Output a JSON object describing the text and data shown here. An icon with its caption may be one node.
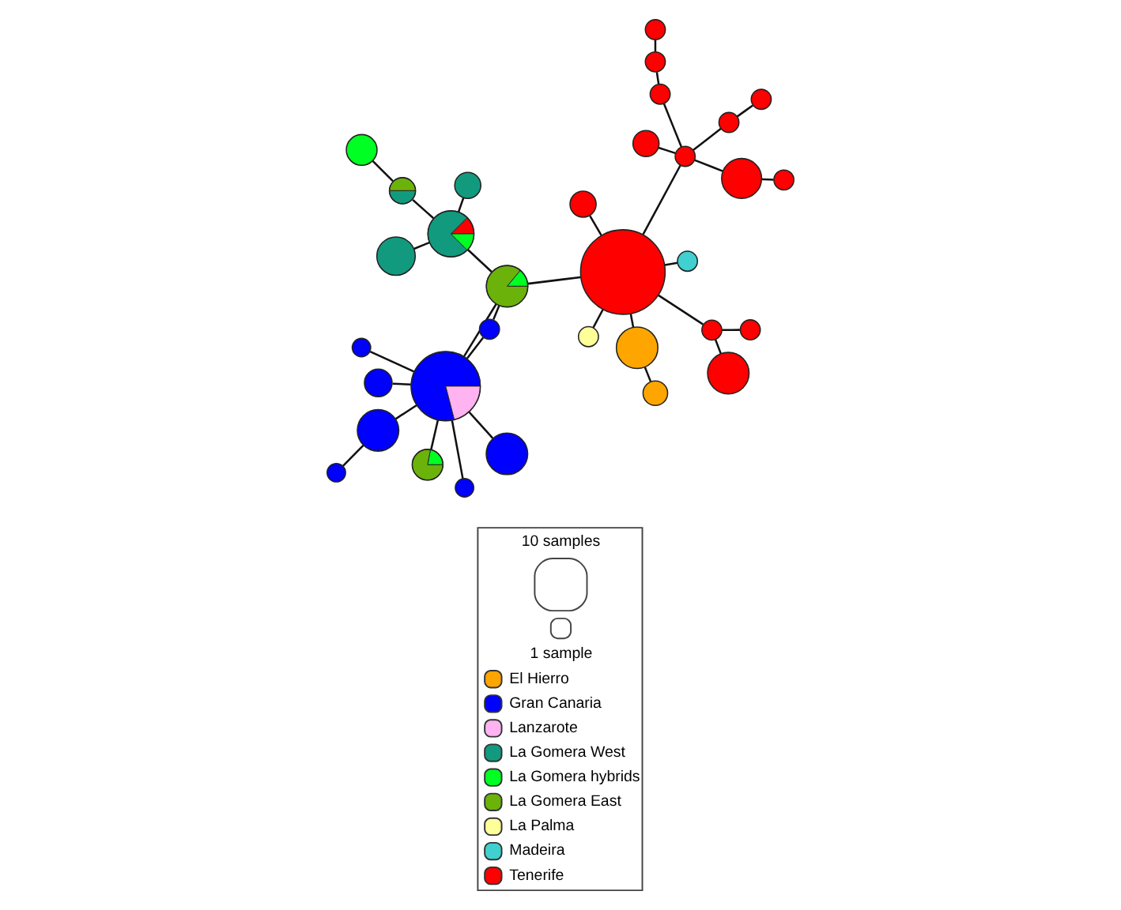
{
  "diagram": {
    "nodes": [
      {
        "text": [],
        "shape": "circle"
      },
      {
        "text": [],
        "shape": "circle"
      },
      {
        "text": [],
        "shape": "circle"
      },
      {
        "text": [],
        "shape": "circle"
      },
      {
        "text": [],
        "shape": "circle"
      },
      {
        "text": [],
        "shape": "circle"
      },
      {
        "text": [],
        "shape": "circle"
      },
      {
        "text": [],
        "shape": "circle"
      },
      {
        "text": [],
        "shape": "circle"
      },
      {
        "text": [],
        "shape": "circle"
      },
      {
        "text": [],
        "shape": "circle"
      },
      {
        "text": [],
        "shape": "circle"
      },
      {
        "text": [],
        "shape": "circle"
      },
      {
        "text": [],
        "shape": "circle"
      },
      {
        "text": [],
        "shape": "circle"
      },
      {
        "text": [],
        "shape": "circle"
      },
      {
        "text": [],
        "shape": "circle"
      },
      {
        "text": [],
        "shape": "circle"
      },
      {
        "text": [],
        "shape": "circle"
      },
      {
        "text": [],
        "shape": "circle"
      },
      {
        "text": [],
        "shape": "circle"
      },
      {
        "text": [],
        "shape": "circle"
      },
      {
        "text": [],
        "shape": "circle"
      },
      {
        "text": [],
        "shape": "circle"
      },
      {
        "text": [],
        "shape": "circle"
      },
      {
        "text": [],
        "shape": "circle"
      },
      {
        "text": [],
        "shape": "circle"
      },
      {
        "text": [],
        "shape": "circle"
      },
      {
        "text": [],
        "shape": "circle"
      },
      {
        "text": [],
        "shape": "circle"
      },
      {
        "text": [],
        "shape": "circle"
      },
      {
        "text": [],
        "shape": "circle"
      },
      {
        "text": [],
        "shape": "circle"
      }
    ],
    "edges": [
      {
        "from": 0,
        "to": 1,
        "arrow": "none"
      },
      {
        "from": 1,
        "to": 4,
        "arrow": "none"
      },
      {
        "from": 4,
        "to": 9,
        "arrow": "none"
      },
      {
        "from": 9,
        "to": 6,
        "arrow": "none"
      },
      {
        "from": 9,
        "to": 5,
        "arrow": "none"
      },
      {
        "from": 5,
        "to": 3,
        "arrow": "none"
      },
      {
        "from": 9,
        "to": 10,
        "arrow": "none"
      },
      {
        "from": 10,
        "to": 11,
        "arrow": "none"
      },
      {
        "from": 9,
        "to": 16,
        "arrow": "none"
      },
      {
        "from": 16,
        "to": 12,
        "arrow": "none"
      },
      {
        "from": 16,
        "to": 17,
        "arrow": "none"
      },
      {
        "from": 17,
        "to": 18,
        "arrow": "none"
      },
      {
        "from": 16,
        "to": 20,
        "arrow": "none"
      },
      {
        "from": 16,
        "to": 21,
        "arrow": "none"
      },
      {
        "from": 21,
        "to": 24,
        "arrow": "none"
      },
      {
        "from": 21,
        "to": 28,
        "arrow": "none"
      },
      {
        "from": 16,
        "to": 27,
        "arrow": "none"
      },
      {
        "from": 16,
        "to": 15,
        "arrow": "none"
      },
      {
        "from": 15,
        "to": 14,
        "arrow": "none"
      },
      {
        "from": 14,
        "to": 13,
        "arrow": "none"
      },
      {
        "from": 14,
        "to": 8,
        "arrow": "none"
      },
      {
        "from": 14,
        "to": 7,
        "arrow": "none"
      },
      {
        "from": 7,
        "to": 2,
        "arrow": "none"
      },
      {
        "from": 15,
        "to": 26,
        "arrow": "none"
      },
      {
        "from": 15,
        "to": 23,
        "arrow": "none"
      },
      {
        "from": 26,
        "to": 23,
        "arrow": "none"
      },
      {
        "from": 26,
        "to": 19,
        "arrow": "none"
      },
      {
        "from": 26,
        "to": 22,
        "arrow": "none"
      },
      {
        "from": 26,
        "to": 25,
        "arrow": "none"
      },
      {
        "from": 26,
        "to": 30,
        "arrow": "none"
      },
      {
        "from": 26,
        "to": 32,
        "arrow": "none"
      },
      {
        "from": 26,
        "to": 29,
        "arrow": "none"
      },
      {
        "from": 29,
        "to": 31,
        "arrow": "none"
      }
    ],
    "legend": [
      {
        "text": "10 samples"
      },
      {
        "text": "1 sample"
      },
      {
        "text": "El Hierro",
        "color": "#ffa500"
      },
      {
        "text": "Gran Canaria",
        "color": "#0000ff"
      },
      {
        "text": "Lanzarote",
        "color": "#ffb3f0"
      },
      {
        "text": "La Gomera West",
        "color": "#129a7f"
      },
      {
        "text": "La Gomera hybrids",
        "color": "#00ff22"
      },
      {
        "text": "La Gomera East",
        "color": "#6bb20a"
      },
      {
        "text": "La Palma",
        "color": "#ffff99"
      },
      {
        "text": "Madeira",
        "color": "#40d0d0"
      },
      {
        "text": "Tenerife",
        "color": "#ff0000"
      }
    ]
  }
}
